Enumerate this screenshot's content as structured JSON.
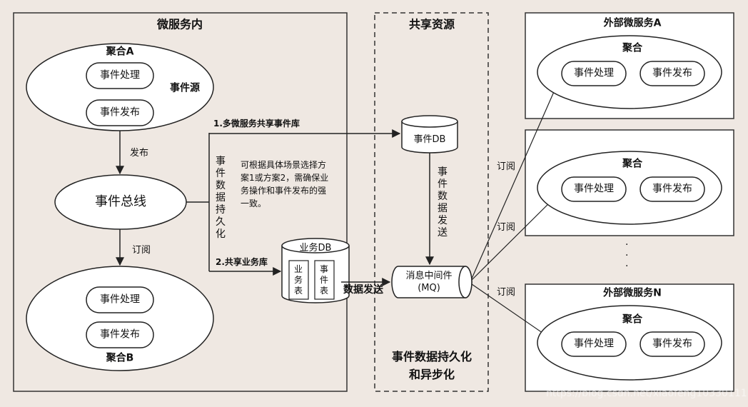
{
  "sections": {
    "internal_title": "微服务内",
    "shared_title": "共享资源",
    "shared_footer": "事件数据持久化\n和异步化",
    "external_a_title": "外部微服务A",
    "external_n_title": "外部微服务N",
    "dots": "·\n·\n·"
  },
  "aggregate_a": {
    "title": "聚合A",
    "handle": "事件处理",
    "publish": "事件发布",
    "source_label": "事件源"
  },
  "aggregate_b": {
    "title": "聚合B",
    "handle": "事件处理",
    "publish": "事件发布"
  },
  "bus": {
    "label": "事件总线",
    "publish_edge": "发布",
    "subscribe_edge": "订阅"
  },
  "persistence": {
    "vertical_label": "事件数据持久化",
    "option1": "1.多微服务共享事件库",
    "option2": "2.共享业务库",
    "note": "可根据具体场景选择方案1或方案2，需确保业务操作和事件发布的强一致。"
  },
  "event_db": {
    "label": "事件DB",
    "send_label": "事件数据发送"
  },
  "biz_db": {
    "label": "业务DB",
    "table1": "业务表",
    "table2": "事件表",
    "send_label": "数据发送"
  },
  "mq": {
    "label": "消息中间件\n(MQ)"
  },
  "external": {
    "a": {
      "agg": "聚合",
      "handle": "事件处理",
      "publish": "事件发布"
    },
    "mid": {
      "agg": "聚合",
      "handle": "事件处理",
      "publish": "事件发布"
    },
    "n": {
      "agg": "聚合",
      "handle": "事件处理",
      "publish": "事件发布"
    },
    "subscribe": [
      "订阅",
      "订阅",
      "订阅"
    ]
  },
  "watermark": "https://blog.csdn.net/xiaofeng10330111"
}
